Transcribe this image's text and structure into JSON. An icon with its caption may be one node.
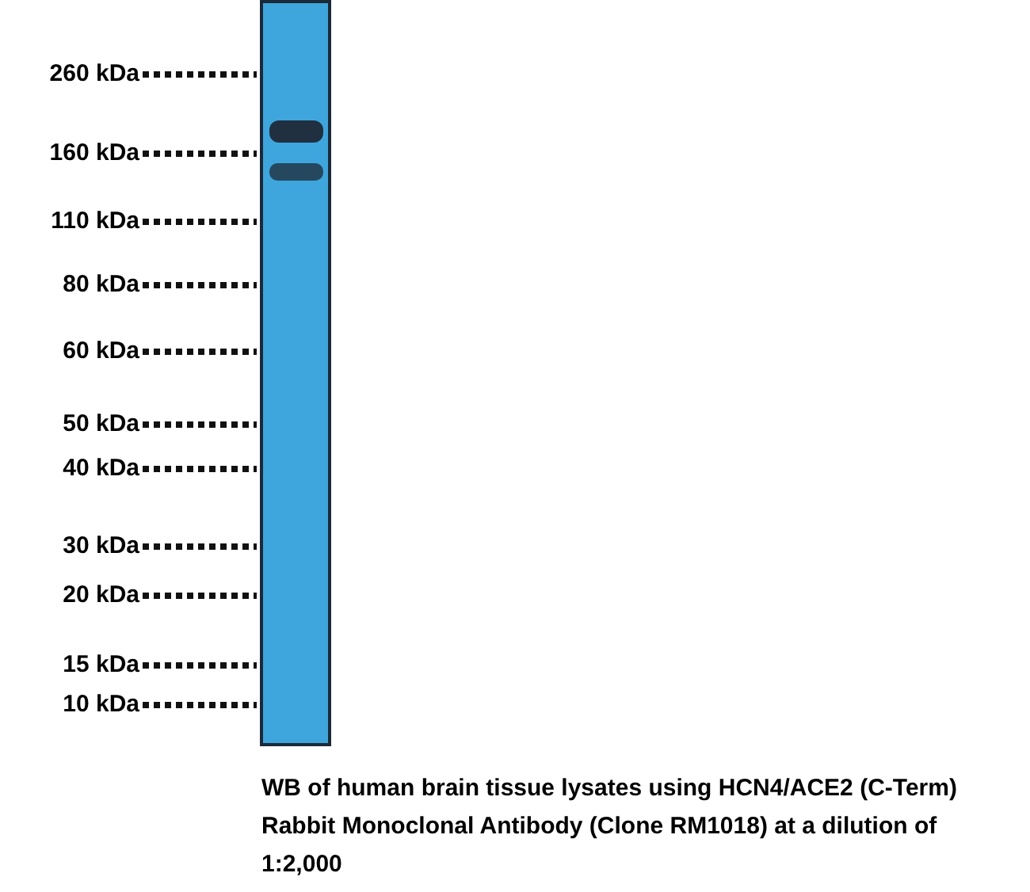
{
  "diagram": {
    "caption": "WB of human brain tissue lysates using HCN4/ACE2 (C-Term) Rabbit Monoclonal Antibody (Clone RM1018) at a dilution of 1:2,000",
    "labels": [
      "260 kDa",
      "160 kDa",
      "110 kDa",
      "80 kDa",
      "60 kDa",
      "50 kDa",
      "40 kDa",
      "30 kDa",
      "20 kDa",
      "15 kDa",
      "10 kDa"
    ]
  }
}
